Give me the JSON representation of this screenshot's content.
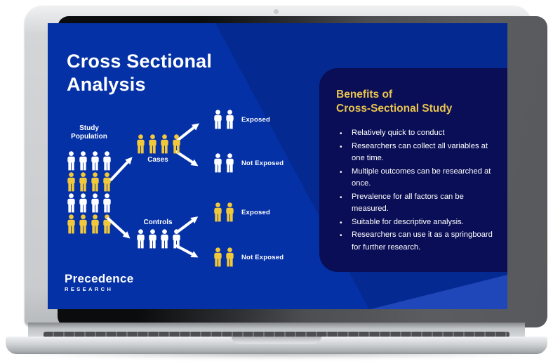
{
  "colors": {
    "screen": "#0531a6",
    "panel": "#0a0e56",
    "gold": "#e9c44f",
    "yellow": "#f2c83b",
    "white": "#ffffff"
  },
  "slide": {
    "title_line1": "Cross Sectional",
    "title_line2": "Analysis",
    "diagram": {
      "population_label_line1": "Study",
      "population_label_line2": "Population",
      "population_rows": [
        {
          "count": 4,
          "color": "white"
        },
        {
          "count": 4,
          "color": "yellow"
        },
        {
          "count": 4,
          "color": "white"
        },
        {
          "count": 4,
          "color": "yellow"
        }
      ],
      "cases": {
        "label": "Cases",
        "count": 4,
        "color": "yellow"
      },
      "controls": {
        "label": "Controls",
        "count": 4,
        "color": "white"
      },
      "outcomes": [
        {
          "label": "Exposed",
          "count": 2,
          "color": "white"
        },
        {
          "label": "Not Exposed",
          "count": 2,
          "color": "white"
        },
        {
          "label": "Exposed",
          "count": 2,
          "color": "yellow"
        },
        {
          "label": "Not Exposed",
          "count": 2,
          "color": "yellow"
        }
      ]
    },
    "benefits": {
      "heading_line1": "Benefits of",
      "heading_line2": "Cross-Sectional Study",
      "bullets": [
        "Relatively quick to conduct",
        "Researchers can collect all variables at one time.",
        "Multiple outcomes can be researched at once.",
        "Prevalence for all factors can be measured.",
        "Suitable for descriptive analysis.",
        "Researchers can use it as a springboard for further research."
      ]
    },
    "logo": {
      "name": "Precedence",
      "subtitle": "RESEARCH"
    }
  }
}
